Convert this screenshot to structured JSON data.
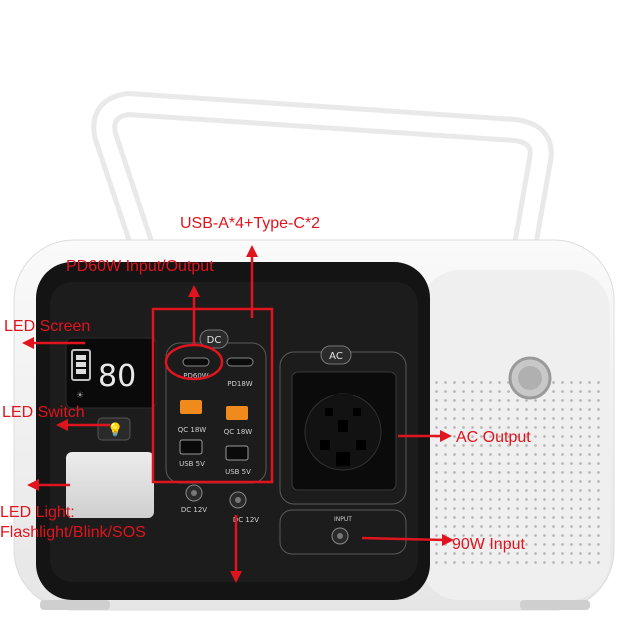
{
  "annotations": {
    "usb_ports": "USB-A*4+Type-C*2",
    "pd_io": "PD60W Input/Output",
    "led_screen": "LED Screen",
    "led_switch": "LED Switch",
    "led_light_line1": "LED Light:",
    "led_light_line2": "Flashlight/Blink/SOS",
    "ac_output": "AC Output",
    "input_90w": "90W Input"
  },
  "panel": {
    "dc_badge": "DC",
    "ac_badge": "AC",
    "pd60w": "PD60W",
    "pd18w": "PD18W",
    "qc18w_left": "QC 18W",
    "qc18w_right": "QC 18W",
    "usb5v_left": "USB 5V",
    "usb5v_right": "USB 5V",
    "dc12v_left": "DC 12V",
    "dc12v_right": "DC 12V",
    "input": "INPUT",
    "display_readout": "80"
  },
  "colors": {
    "annotation": "#e0141e",
    "body": "#f3f3f3",
    "panel": "#141414",
    "usb_orange": "#f08a1c"
  },
  "icons": [
    "battery-icon",
    "sun-icon",
    "lightbulb-icon",
    "ac-socket-icon"
  ]
}
